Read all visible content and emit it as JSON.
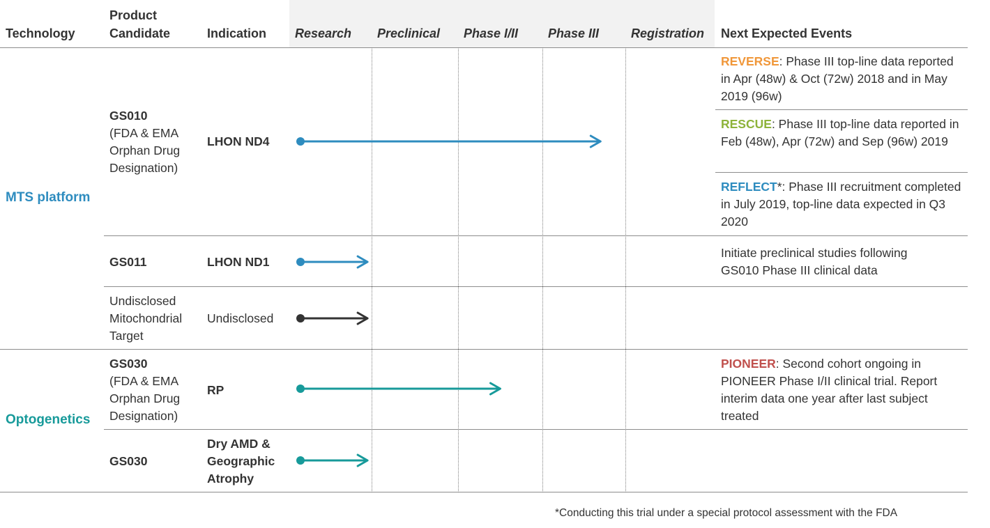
{
  "headers": {
    "technology": "Technology",
    "product_candidate": [
      "Product",
      "Candidate"
    ],
    "indication": "Indication",
    "stages": [
      "Research",
      "Preclinical",
      "Phase I/II",
      "Phase III",
      "Registration"
    ],
    "next_events": "Next Expected Events"
  },
  "technologies": [
    {
      "label": "MTS platform",
      "color": "#2e8cbf"
    },
    {
      "label": "Optogenetics",
      "color": "#179a9a"
    }
  ],
  "rows": [
    {
      "candidate": [
        "GS010",
        "(FDA & EMA",
        "Orphan Drug",
        "Designation)"
      ],
      "indication": [
        "LHON ND4"
      ],
      "stage_reached": 3.7,
      "arrow_color": "#2e8cbf"
    },
    {
      "candidate": [
        "GS011"
      ],
      "indication": [
        "LHON ND1"
      ],
      "stage_reached": 0.95,
      "arrow_color": "#2e8cbf"
    },
    {
      "candidate": [
        "Undisclosed",
        "Mitochondrial",
        "Target"
      ],
      "indication": [
        "Undisclosed"
      ],
      "stage_reached": 0.95,
      "arrow_color": "#333333"
    },
    {
      "candidate": [
        "GS030",
        "(FDA & EMA",
        "Orphan Drug",
        "Designation)"
      ],
      "indication": [
        "RP"
      ],
      "stage_reached": 2.5,
      "arrow_color": "#179a9a"
    },
    {
      "candidate": [
        "GS030"
      ],
      "indication": [
        "Dry AMD &",
        "Geographic",
        "Atrophy"
      ],
      "stage_reached": 0.95,
      "arrow_color": "#179a9a"
    }
  ],
  "events": {
    "reverse": {
      "key": "REVERSE",
      "color": "#f0973a",
      "text": ": Phase III top-line data reported in Apr (48w) & Oct (72w) 2018 and in May 2019 (96w)"
    },
    "rescue": {
      "key": "RESCUE",
      "color": "#8db33a",
      "text": ": Phase III top-line data reported in Feb (48w), Apr (72w) and Sep (96w) 2019"
    },
    "reflect": {
      "key": "REFLECT",
      "color": "#2e8cbf",
      "text": "*: Phase III recruitment completed in July 2019, top-line data expected in Q3 2020"
    },
    "gs011": {
      "text": "Initiate preclinical studies following GS010 Phase III clinical data"
    },
    "pioneer": {
      "key": "PIONEER",
      "color": "#c0504d",
      "text": ": Second cohort ongoing in PIONEER Phase I/II clinical trial. Report interim data one year after last subject treated"
    }
  },
  "footnote": "*Conducting this trial under a special protocol assessment with the FDA"
}
